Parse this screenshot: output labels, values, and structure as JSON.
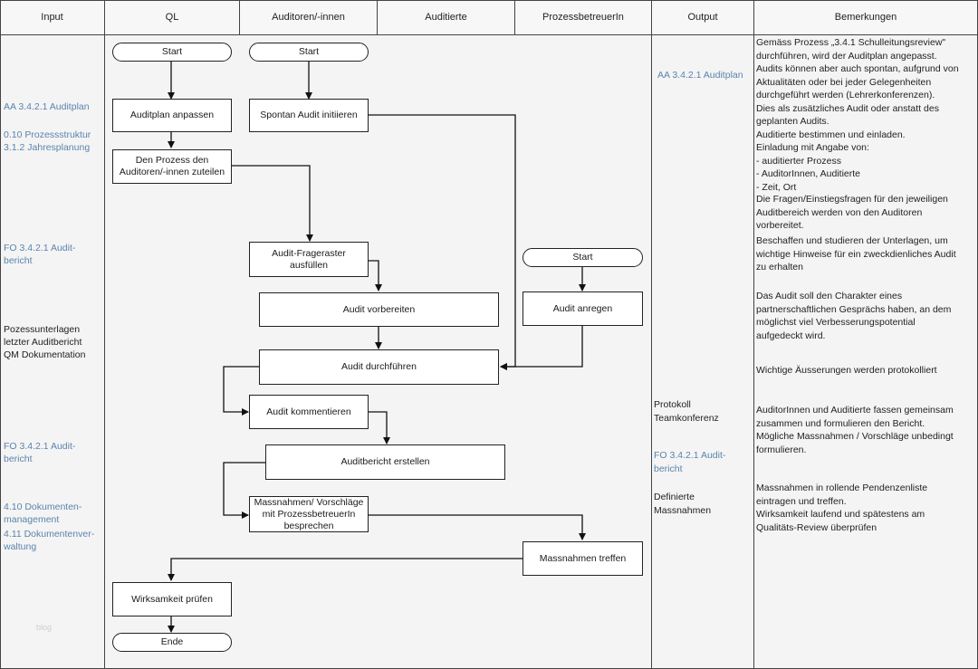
{
  "headers": {
    "input": "Input",
    "ql": "QL",
    "auditoren": "Auditoren/-innen",
    "auditierte": "Auditierte",
    "prozessbetreuer": "ProzessbetreuerIn",
    "output": "Output",
    "bemerkungen": "Bemerkungen"
  },
  "input_column": {
    "auditplan_ref": "AA 3.4.2.1 Auditplan",
    "prozess_ref_1": "0.10 Prozessstruktur",
    "prozess_ref_2": "3.1.2 Jahresplanung",
    "fo_ref_1_line1": "FO 3.4.2.1 Audit-",
    "fo_ref_1_line2": "bericht",
    "unterlagen_1": "Pozessunterlagen",
    "unterlagen_2": "letzter Auditbericht",
    "unterlagen_3": "QM Dokumentation",
    "fo_ref_2_line1": "FO 3.4.2.1 Audit-",
    "fo_ref_2_line2": "bericht",
    "dok_1": "4.10  Dokumenten-",
    "dok_2": "management",
    "dok_3": "4.11 Dokumentenver-",
    "dok_4": "waltung",
    "watermark": "blog"
  },
  "output_column": {
    "auditplan": "AA 3.4.2.1 Auditplan",
    "protokoll_1": "Protokoll",
    "protokoll_2": "Teamkonferenz",
    "fo_1": "FO 3.4.2.1 Audit-",
    "fo_2": "bericht",
    "definierte_1": "Definierte",
    "definierte_2": "Massnahmen"
  },
  "flow": {
    "start_ql": "Start",
    "start_auditoren": "Start",
    "start_prozess": "Start",
    "auditplan_anpassen": "Auditplan anpassen",
    "spontan_audit": "Spontan Audit initiieren",
    "prozess_zuteilen": "Den Prozess den Auditoren/-innen zuteilen",
    "fragenraster": "Audit-Frageraster ausfüllen",
    "audit_vorbereiten": "Audit vorbereiten",
    "audit_anregen": "Audit anregen",
    "audit_durchfuehren": "Audit durchführen",
    "audit_kommentieren": "Audit kommentieren",
    "auditbericht": "Auditbericht erstellen",
    "massnahmen_besprechen": "Massnahmen/ Vorschläge mit ProzessbetreuerIn besprechen",
    "massnahmen_treffen": "Massnahmen treffen",
    "wirksamkeit": "Wirksamkeit prüfen",
    "ende": "Ende"
  },
  "remarks": {
    "r1": "Gemäss Prozess  „3.4.1 Schulleitungsreview\"\ndurchführen, wird der Auditplan angepasst.\nAudits können aber auch spontan, aufgrund von\nAktualitäten oder bei jeder Gelegenheiten\ndurchgeführt werden (Lehrerkonferenzen).\nDies als zusätzliches Audit oder anstatt des\ngeplanten Audits.\nAuditierte bestimmen und einladen.\nEinladung mit Angabe von:\n- auditierter Prozess\n- AuditorInnen, Auditierte\n- Zeit, Ort",
    "r2": "Die Fragen/Einstiegsfragen für den jeweiligen\nAuditbereich werden von den Auditoren\nvorbereitet.",
    "r3": "Beschaffen und studieren der Unterlagen, um\nwichtige Hinweise für ein zweckdienliches Audit\nzu erhalten",
    "r4": "Das Audit soll den Charakter eines\npartnerschaftlichen Gesprächs haben, an dem\nmöglichst viel Verbesserungspotential\naufgedeckt wird.",
    "r5": "Wichtige Äusserungen werden protokolliert",
    "r6": "AuditorInnen und Auditierte fassen gemeinsam\nzusammen und formulieren den Bericht.\nMögliche Massnahmen / Vorschläge unbedingt\nformulieren.",
    "r7": "Massnahmen in rollende Pendenzenliste\neintragen und treffen.\nWirksamkeit laufend und spätestens am\nQualitäts-Review überprüfen"
  }
}
